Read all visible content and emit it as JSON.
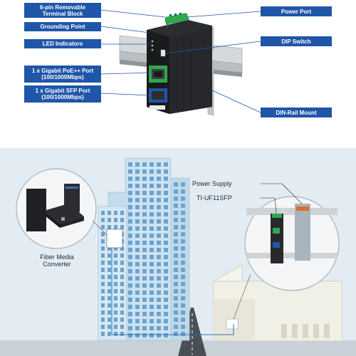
{
  "callouts": {
    "terminal_block": "6-pin Removable\nTerminal Block",
    "grounding_point": "Grounding Point",
    "led_indicators": "LED Indicators",
    "poe_port": "1 x Gigabit PoE++ Port\n(100/1000Mbps)",
    "sfp_port": "1 x Gigabit SFP Port\n(100/1000Mbps)",
    "power_port": "Power Port",
    "dip_switch": "DIP Switch",
    "din_rail": "DIN-Rail Mount"
  },
  "scene": {
    "power_supply": "Power Supply",
    "model": "TI-UF11SFP",
    "fiber_converter": "Fiber Media\nConverter"
  },
  "colors": {
    "callout_blue": "#1f56a8",
    "connector_green": "#2fa84f",
    "sky": "#e3ecf2"
  }
}
